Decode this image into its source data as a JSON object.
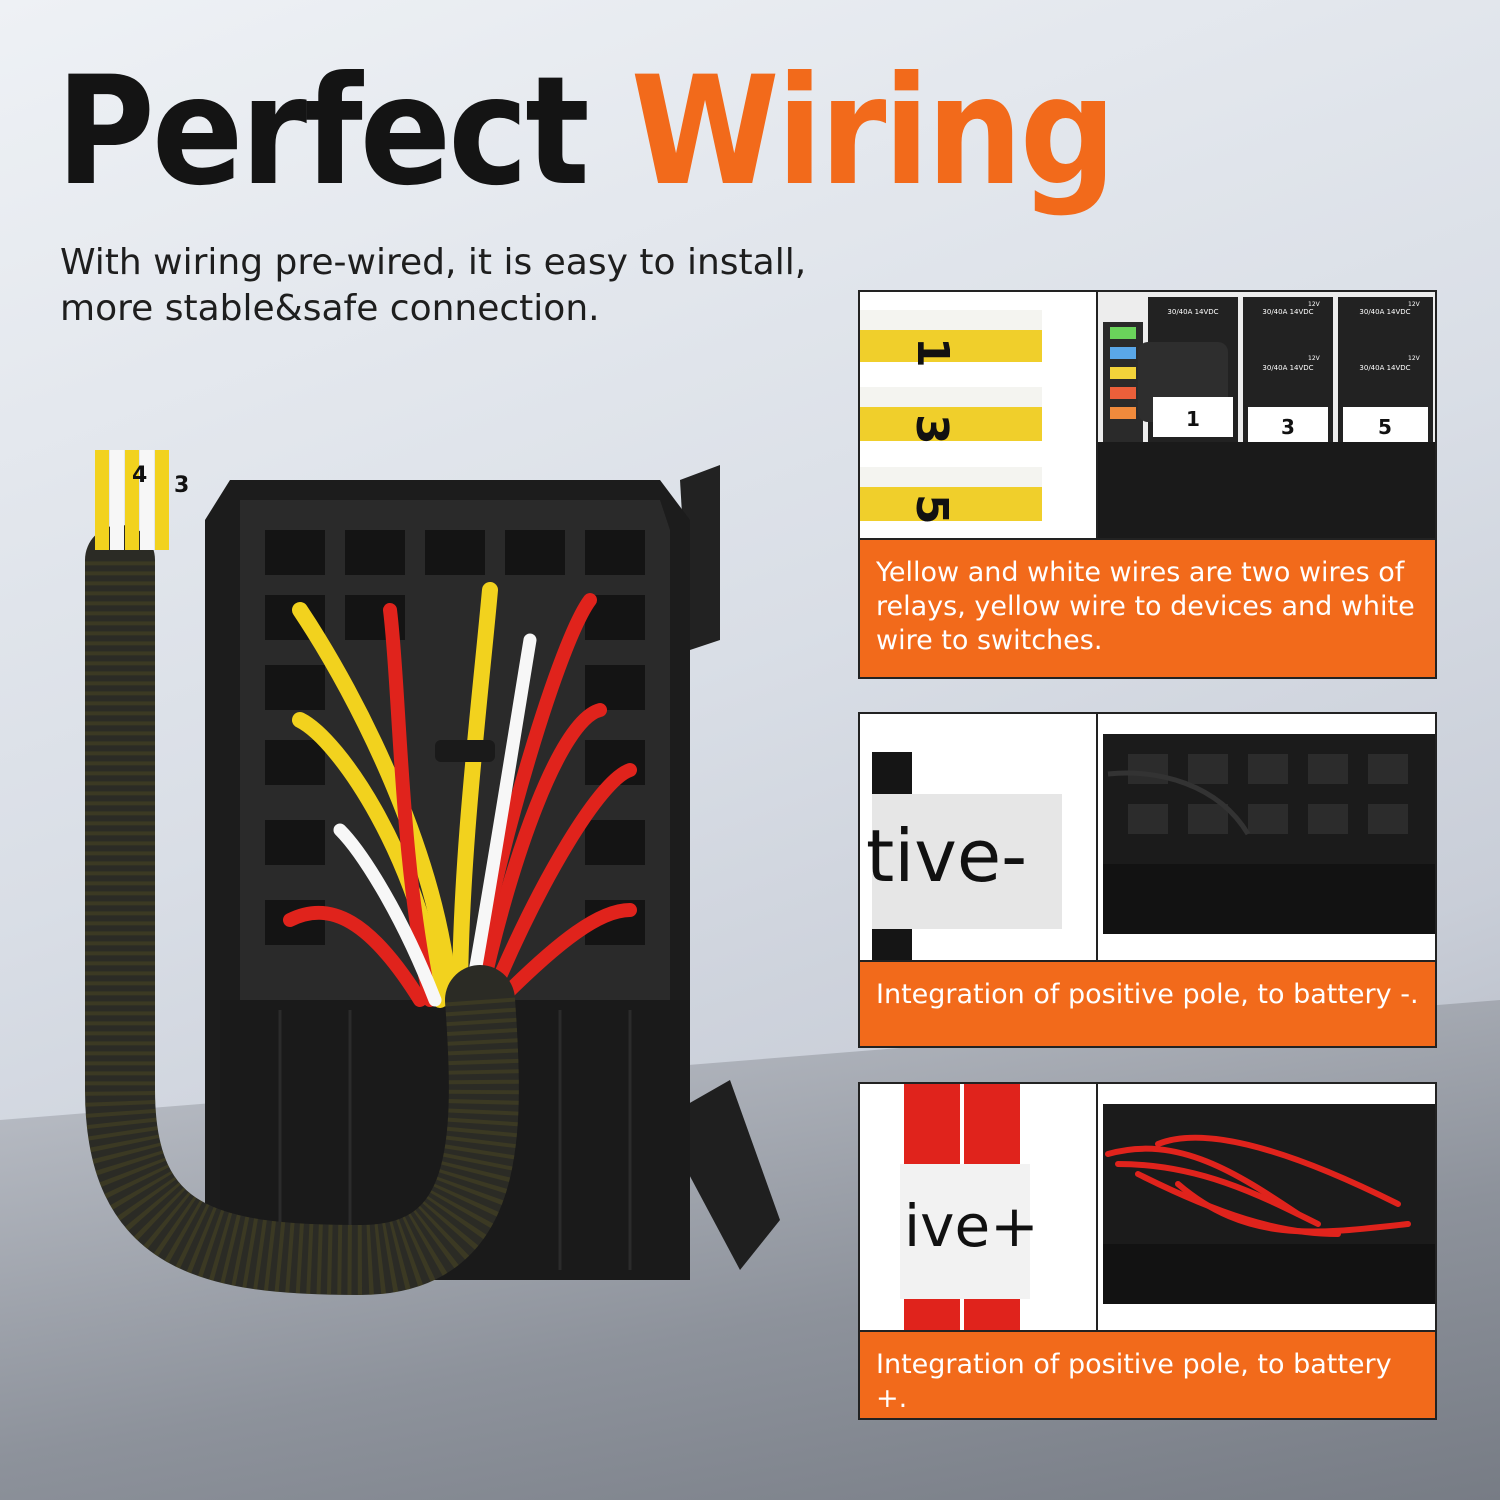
{
  "heading": {
    "black": "Perfect",
    "orange": "Wiring"
  },
  "subtitle": "With wiring pre-wired, it is easy to install, more stable&safe connection.",
  "illustration": {
    "wire_tags": [
      "4",
      "3"
    ]
  },
  "panels": [
    {
      "wire_numbers": [
        "1",
        "3",
        "5"
      ],
      "relay_labels": [
        "1",
        "3",
        "5"
      ],
      "relay_spec": "30/40A 14VDC",
      "relay_spec_alt": "12V",
      "caption": "Yellow and white wires are two wires of relays, yellow wire to devices and white wire to switches."
    },
    {
      "tag": "tive-",
      "caption": "Integration of positive pole, to battery -."
    },
    {
      "tag": "ive+",
      "caption": "Integration of positive pole, to battery +."
    }
  ],
  "colors": {
    "accent": "#f26a1b",
    "dark": "#141414",
    "wire_yellow": "#f2d21e",
    "wire_red": "#e0231c",
    "wire_white": "#f7f7f7",
    "box": "#1c1c1c"
  }
}
